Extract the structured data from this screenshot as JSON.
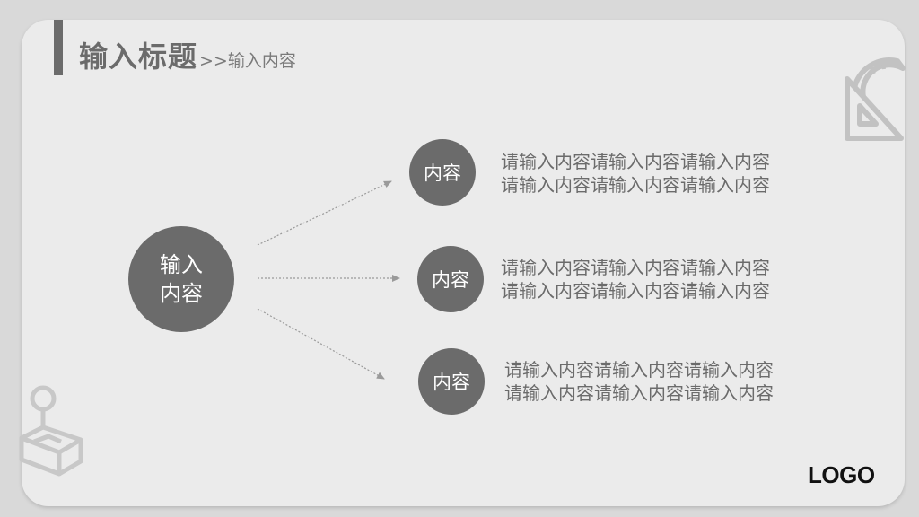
{
  "header": {
    "title": "输入标题",
    "subtitle": ">>输入内容"
  },
  "center": {
    "label_line1": "输入",
    "label_line2": "内容"
  },
  "nodes": [
    {
      "label": "内容",
      "line1": "请输入内容请输入内容请输入内容",
      "line2": "请输入内容请输入内容请输入内容"
    },
    {
      "label": "内容",
      "line1": "请输入内容请输入内容请输入内容",
      "line2": "请输入内容请输入内容请输入内容"
    },
    {
      "label": "内容",
      "line1": "请输入内容请输入内容请输入内容",
      "line2": "请输入内容请输入内容请输入内容"
    }
  ],
  "footer": {
    "logo": "LOGO"
  },
  "icons": {
    "top_right": "protractor-ruler-icon",
    "bottom_left": "joystick-icon"
  },
  "colors": {
    "accent": "#6b6b6b",
    "card": "#ebebeb",
    "background": "#d9d9d9",
    "arrow": "#9a9a9a"
  }
}
